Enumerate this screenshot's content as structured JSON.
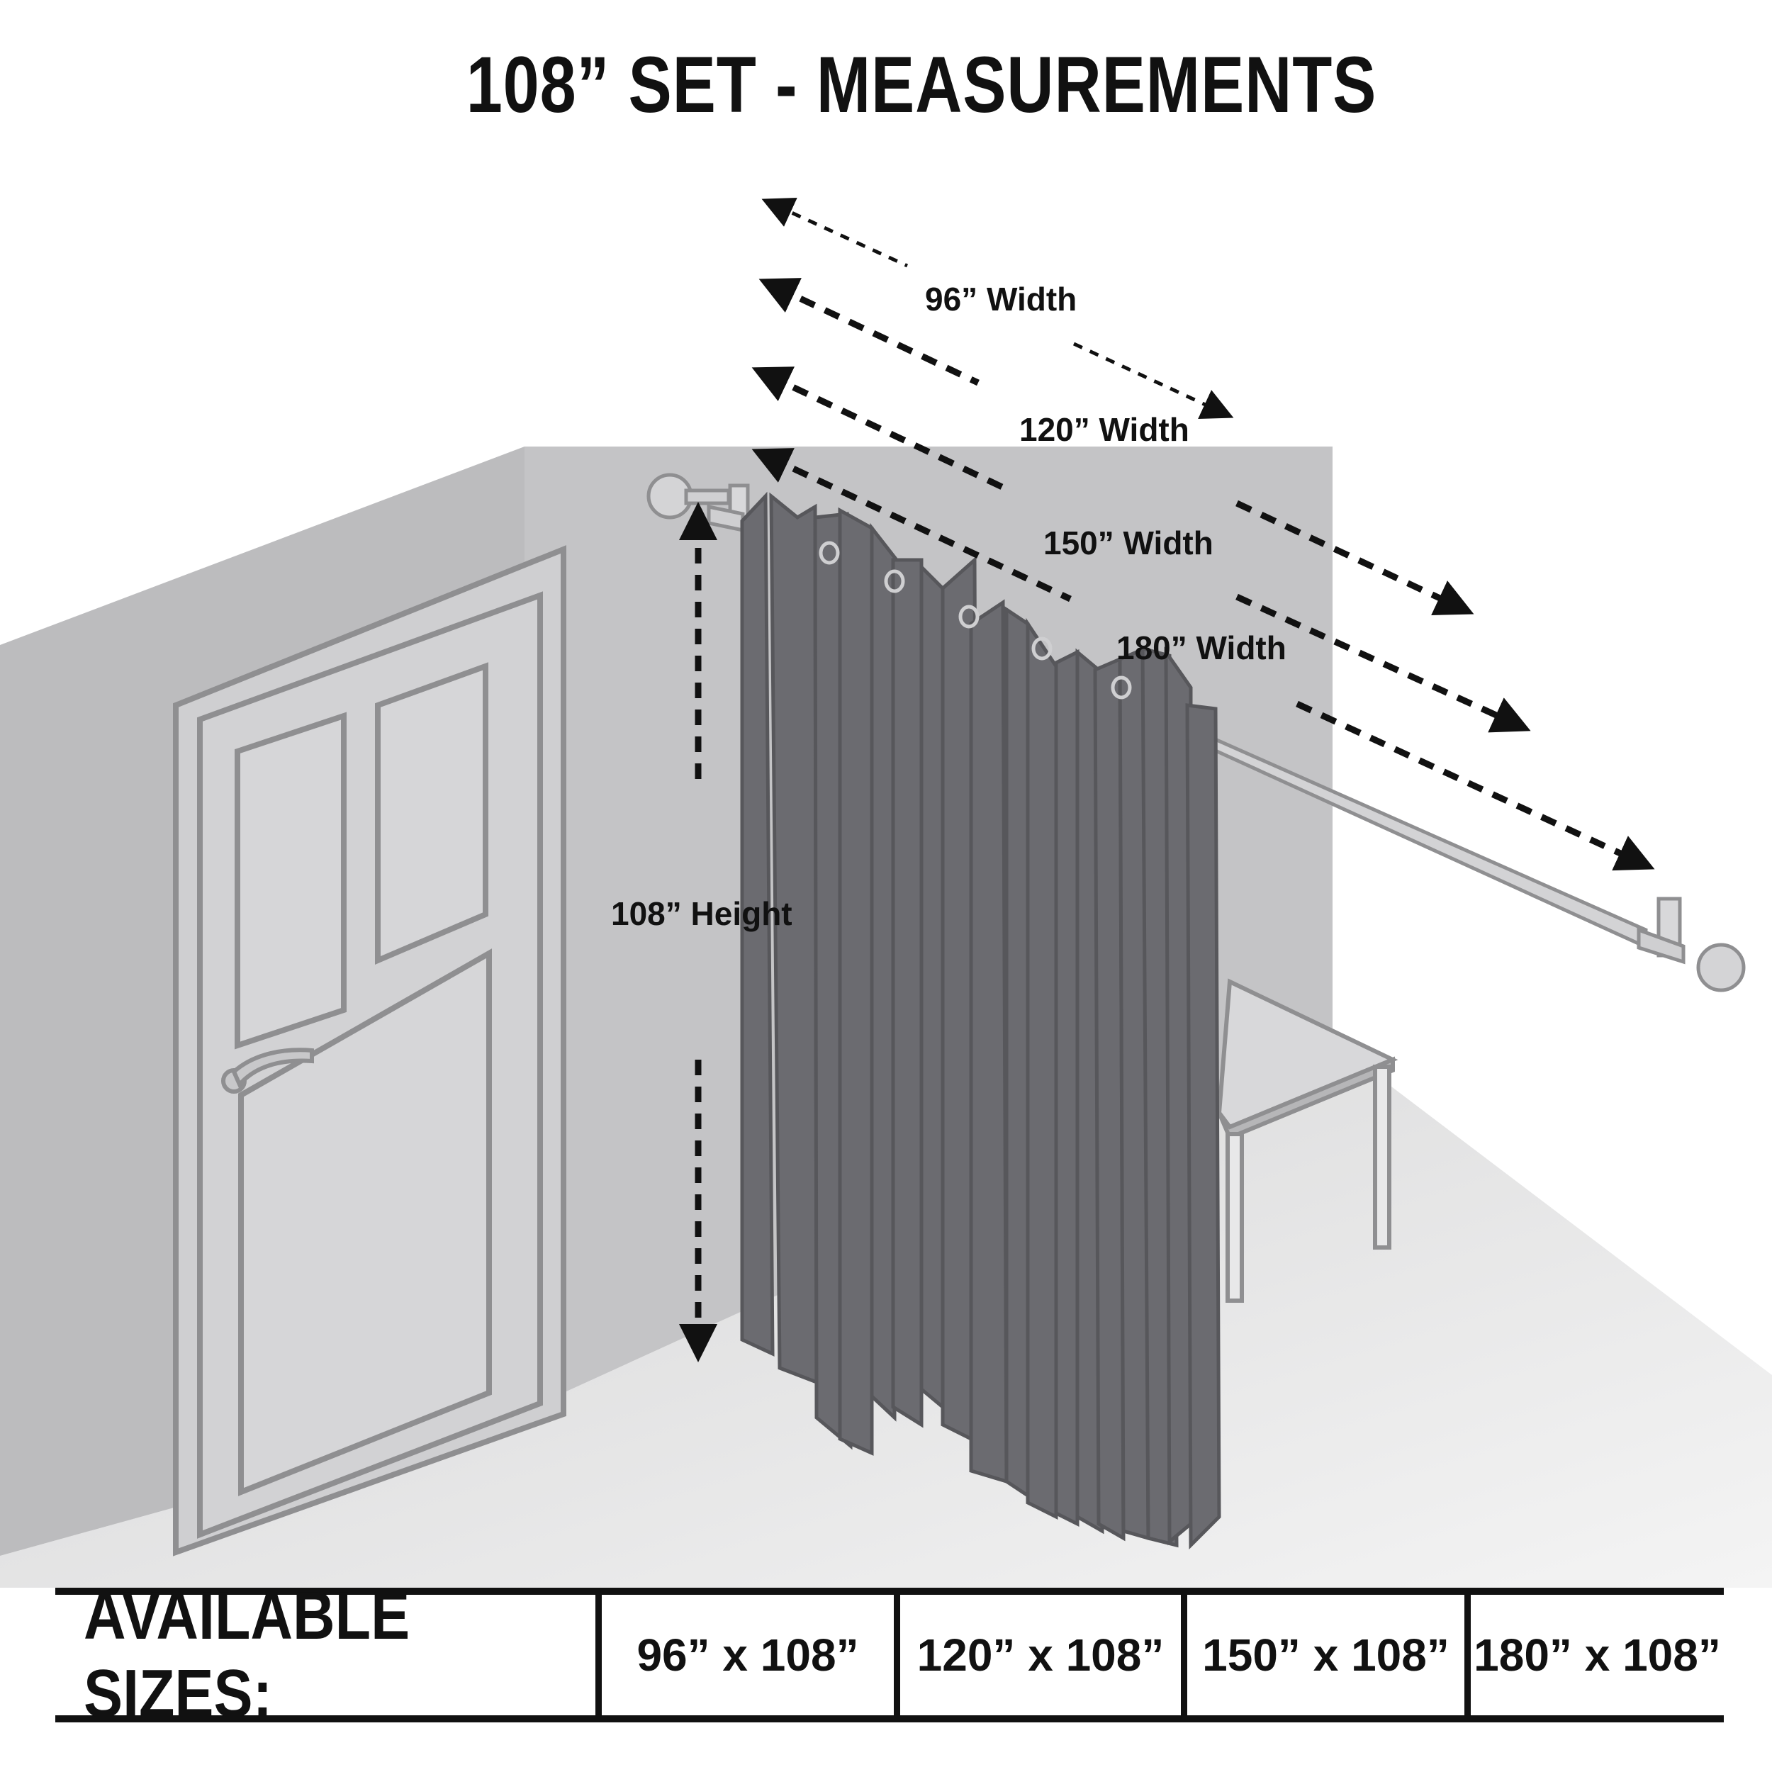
{
  "title": "108” SET - MEASUREMENTS",
  "dimensions": {
    "height_label": "108” Height",
    "width_labels": [
      "96” Width",
      "120” Width",
      "150” Width",
      "180” Width"
    ]
  },
  "available_sizes": {
    "heading": "AVAILABLE SIZES:",
    "items": [
      "96” x  108”",
      "120” x 108”",
      "150” x 108”",
      "180” x 108”"
    ]
  },
  "colors": {
    "wall_left": "#bcbcbe",
    "wall_back": "#c4c4c6",
    "floor": "#dadadb",
    "curtain": "#6b6b70",
    "outline": "#8f8f91",
    "ink": "#111111"
  }
}
